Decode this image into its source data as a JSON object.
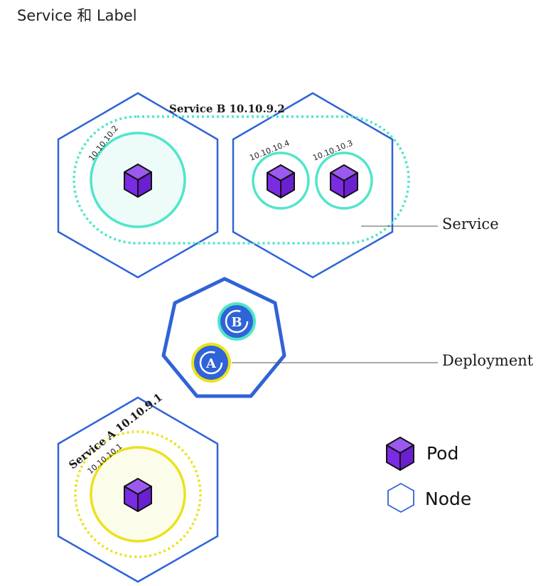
{
  "page": {
    "title": "Service 和 Label"
  },
  "colors": {
    "node_border": "#2f63d8",
    "pod_purple": "#7a2be3",
    "service_b": "#4ee6c8",
    "service_a": "#ece21b",
    "deployment": "#2f63d8"
  },
  "service_b": {
    "label": "Service B 10.10.9.2",
    "pods": [
      {
        "ip": "10.10.10.2"
      },
      {
        "ip": "10.10.10.4"
      },
      {
        "ip": "10.10.10.3"
      }
    ]
  },
  "service_a": {
    "label": "Service A 10.10.9.1",
    "pods": [
      {
        "ip": "10.10.10.1"
      }
    ]
  },
  "deployment": {
    "badges": [
      "B",
      "A"
    ]
  },
  "callouts": {
    "service": "Service",
    "deployment": "Deployment"
  },
  "legend": {
    "pod": "Pod",
    "node": "Node"
  }
}
